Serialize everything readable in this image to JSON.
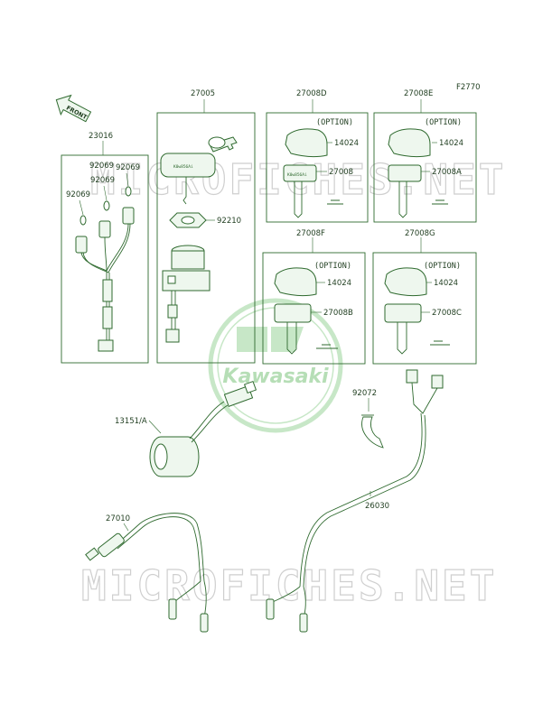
{
  "figure_code": "F2770",
  "front_label": "FRONT",
  "watermark_text": "MICROFICHES.NET",
  "brand_logo_text": "Kawasaki",
  "key_stamp": "K0w856Ai",
  "option_label": "(OPTION)",
  "groups": {
    "g23016": "23016",
    "g27005": "27005",
    "g27008d": "27008D",
    "g27008e": "27008E",
    "g27008f": "27008F",
    "g27008g": "27008G"
  },
  "parts": {
    "p92069_a": "92069",
    "p92069_b": "92069",
    "p92069_c": "92069",
    "p92210": "92210",
    "p14024_d": "14024",
    "p27008_d": "27008",
    "p14024_e": "14024",
    "p27008a": "27008A",
    "p14024_f": "14024",
    "p27008b": "27008B",
    "p14024_g": "14024",
    "p27008c": "27008C",
    "p13151a": "13151/A",
    "p92072": "92072",
    "p26030": "26030",
    "p27010": "27010"
  },
  "colors": {
    "line": "#2f6a2f",
    "text": "#1f3d1f",
    "logo": "#9bd49b",
    "watermark": "#cfcfcf"
  }
}
